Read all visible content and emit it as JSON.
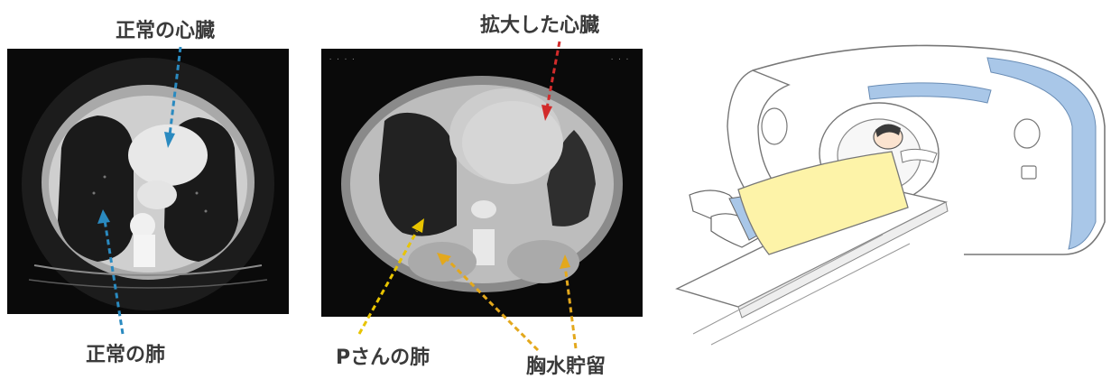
{
  "labels": {
    "normal_heart": "正常の心臓",
    "enlarged_heart": "拡大した心臓",
    "normal_lung": "正常の肺",
    "patient_lung": "Pさんの肺",
    "pleural_effusion": "胸水貯留"
  },
  "colors": {
    "blue_arrow": "#2a8ac0",
    "red_arrow": "#d22b2b",
    "yellow_arrow": "#e8c400",
    "orange_arrow": "#e3a81c",
    "scanner_accent": "#a9c7e8",
    "blanket": "#fdf3a8"
  }
}
